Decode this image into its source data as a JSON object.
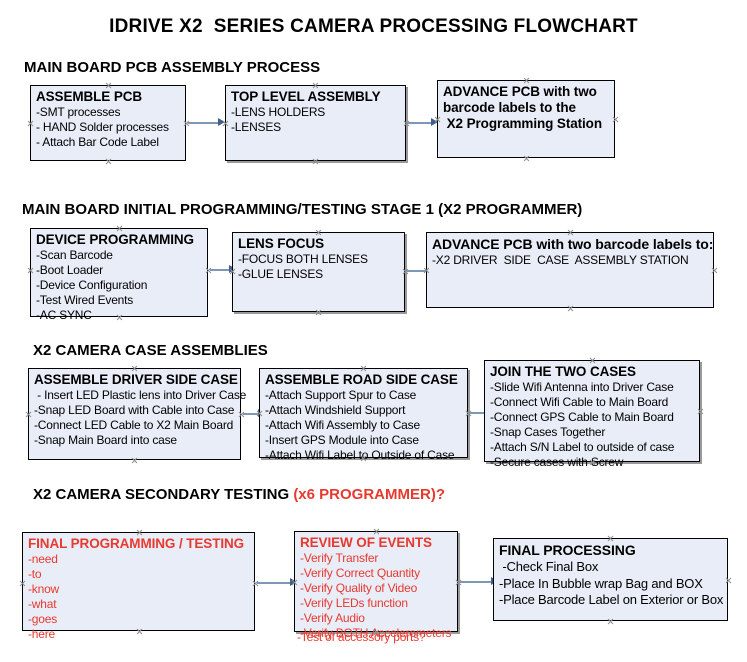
{
  "document": {
    "title": "IDRIVE X2  SERIES CAMERA PROCESSING FLOWCHART"
  },
  "sections": [
    {
      "id": "main-board-pcb-assembly",
      "heading": "MAIN BOARD PCB ASSEMBLY PROCESS",
      "heading_accent": "",
      "nodes": [
        {
          "id": "assemble-pcb",
          "title": "ASSEMBLE PCB",
          "lines": [
            "-SMT processes",
            "- HAND Solder processes",
            "- Attach Bar Code Label"
          ]
        },
        {
          "id": "top-level-assembly",
          "title": "TOP LEVEL ASSEMBLY",
          "lines": [
            "-LENS HOLDERS",
            "-LENSES"
          ]
        },
        {
          "id": "advance-pcb-to-programming-station",
          "title": "ADVANCE PCB with two",
          "lines": [
            "barcode labels to the",
            " X2 Programming Station"
          ]
        }
      ]
    },
    {
      "id": "main-board-initial-programming",
      "heading": "MAIN BOARD INITIAL PROGRAMMING/TESTING STAGE 1 (X2 PROGRAMMER)",
      "heading_accent": "",
      "nodes": [
        {
          "id": "device-programming",
          "title": "DEVICE PROGRAMMING",
          "lines": [
            "-Scan Barcode",
            "-Boot Loader",
            "-Device Configuration",
            "-Test Wired Events",
            "-AC SYNC"
          ]
        },
        {
          "id": "lens-focus",
          "title": "LENS FOCUS",
          "lines": [
            "-FOCUS BOTH LENSES",
            "-GLUE LENSES"
          ]
        },
        {
          "id": "advance-pcb-to-driver-side-case",
          "title": "ADVANCE PCB with two barcode labels to:",
          "lines": [
            "-X2 DRIVER  SIDE  CASE  ASSEMBLY STATION"
          ]
        }
      ]
    },
    {
      "id": "x2-camera-case-assemblies",
      "heading": "X2 CAMERA CASE ASSEMBLIES",
      "heading_accent": "",
      "nodes": [
        {
          "id": "assemble-driver-side-case",
          "title": "ASSEMBLE DRIVER SIDE CASE",
          "lines": [
            " - Insert LED Plastic lens into Driver Case",
            "-Snap LED Board with Cable into Case",
            "-Connect LED Cable to X2 Main Board",
            "-Snap Main Board into case"
          ]
        },
        {
          "id": "assemble-road-side-case",
          "title": "ASSEMBLE ROAD SIDE CASE",
          "lines": [
            "-Attach Support Spur to Case",
            "-Attach Windshield Support",
            "-Attach Wifi Assembly to Case",
            "-Insert GPS Module into Case",
            "-Attach Wifi Label to Outside of Case"
          ]
        },
        {
          "id": "join-the-two-cases",
          "title": "JOIN THE TWO CASES",
          "lines": [
            "-Slide Wifi Antenna into Driver Case",
            "-Connect Wifi Cable to Main Board",
            "-Connect GPS Cable to Main Board",
            "-Snap Cases Together",
            "-Attach S/N Label to outside of case",
            "-Secure cases with Screw"
          ]
        }
      ]
    },
    {
      "id": "x2-camera-secondary-testing",
      "heading": "X2 CAMERA SECONDARY TESTING ",
      "heading_accent": "(x6 PROGRAMMER)?",
      "nodes": [
        {
          "id": "final-programming-testing",
          "title": "FINAL PROGRAMMING / TESTING",
          "lines": [
            "-need",
            "-to",
            "-know",
            "-what",
            "-goes",
            "-here"
          ]
        },
        {
          "id": "review-of-events",
          "title": "REVIEW OF EVENTS",
          "lines": [
            "-Verify Transfer",
            "-Verify Correct Quantity",
            "-Verify Quality of Video",
            "-Verify LEDs function",
            "-Verify Audio",
            "-Verify BOTH Accelerometers"
          ],
          "overflow_line": "-Test of accessory ports?"
        },
        {
          "id": "final-processing",
          "title": "FINAL PROCESSING",
          "lines": [
            " -Check Final Box",
            "-Place In Bubble wrap Bag and BOX",
            "-Place Barcode Label on Exterior or Box"
          ]
        }
      ]
    }
  ],
  "colors": {
    "box_fill": "#e8edf7",
    "box_border": "#000000",
    "shadow": "#9a9a9a",
    "arrow": "#7d97b4",
    "arrow_head": "#3f5f8c",
    "text": "#000000",
    "accent_red": "#e8392f",
    "handle": "#8e8e8e"
  }
}
